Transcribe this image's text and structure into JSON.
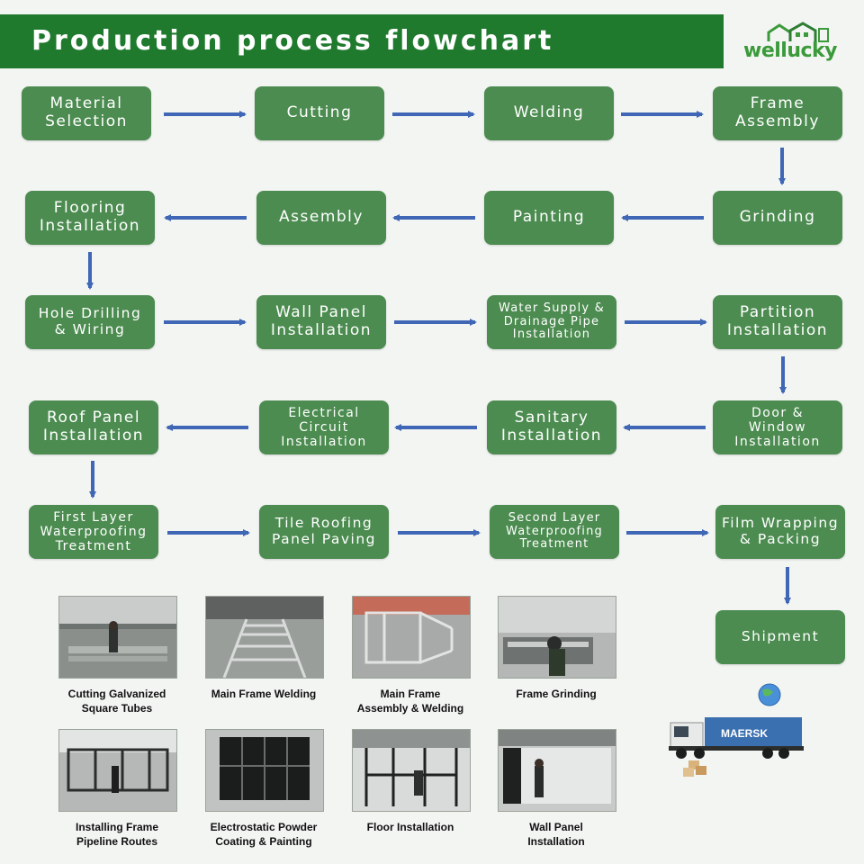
{
  "header": {
    "title": "Production process flowchart"
  },
  "logo": {
    "text": "wellucky",
    "color": "#3b9a3a"
  },
  "colors": {
    "header_bg": "#1f7a2e",
    "step_bg": "#4c8c50",
    "arrow": "#3f67b5"
  },
  "steps": [
    {
      "label": "Material\nSelection"
    },
    {
      "label": "Cutting"
    },
    {
      "label": "Welding"
    },
    {
      "label": "Frame\nAssembly"
    },
    {
      "label": "Grinding"
    },
    {
      "label": "Painting"
    },
    {
      "label": "Assembly"
    },
    {
      "label": "Flooring\nInstallation"
    },
    {
      "label": "Hole Drilling\n& Wiring"
    },
    {
      "label": "Wall Panel\nInstallation"
    },
    {
      "label": "Water Supply &\nDrainage Pipe\nInstallation"
    },
    {
      "label": "Partition\nInstallation"
    },
    {
      "label": "Door &\nWindow\nInstallation"
    },
    {
      "label": "Sanitary\nInstallation"
    },
    {
      "label": "Electrical\nCircuit\nInstallation"
    },
    {
      "label": "Roof Panel\nInstallation"
    },
    {
      "label": "First Layer\nWaterproofing\nTreatment"
    },
    {
      "label": "Tile Roofing\nPanel Paving"
    },
    {
      "label": "Second Layer\nWaterproofing\nTreatment"
    },
    {
      "label": "Film Wrapping\n& Packing"
    },
    {
      "label": "Shipment"
    }
  ],
  "photos": [
    {
      "caption": "Cutting Galvanized\nSquare Tubes",
      "icon": "cutting-photo"
    },
    {
      "caption": "Main Frame Welding",
      "icon": "welding-photo"
    },
    {
      "caption": "Main Frame\nAssembly & Welding",
      "icon": "assembly-photo"
    },
    {
      "caption": "Frame Grinding",
      "icon": "grinding-photo"
    },
    {
      "caption": "Installing Frame\nPipeline Routes",
      "icon": "pipeline-photo"
    },
    {
      "caption": "Electrostatic Powder\nCoating & Painting",
      "icon": "painting-photo"
    },
    {
      "caption": "Floor Installation",
      "icon": "floor-photo"
    },
    {
      "caption": "Wall Panel\nInstallation",
      "icon": "wall-panel-photo"
    }
  ],
  "shipment_image": {
    "truck_text": "MAERSK"
  }
}
